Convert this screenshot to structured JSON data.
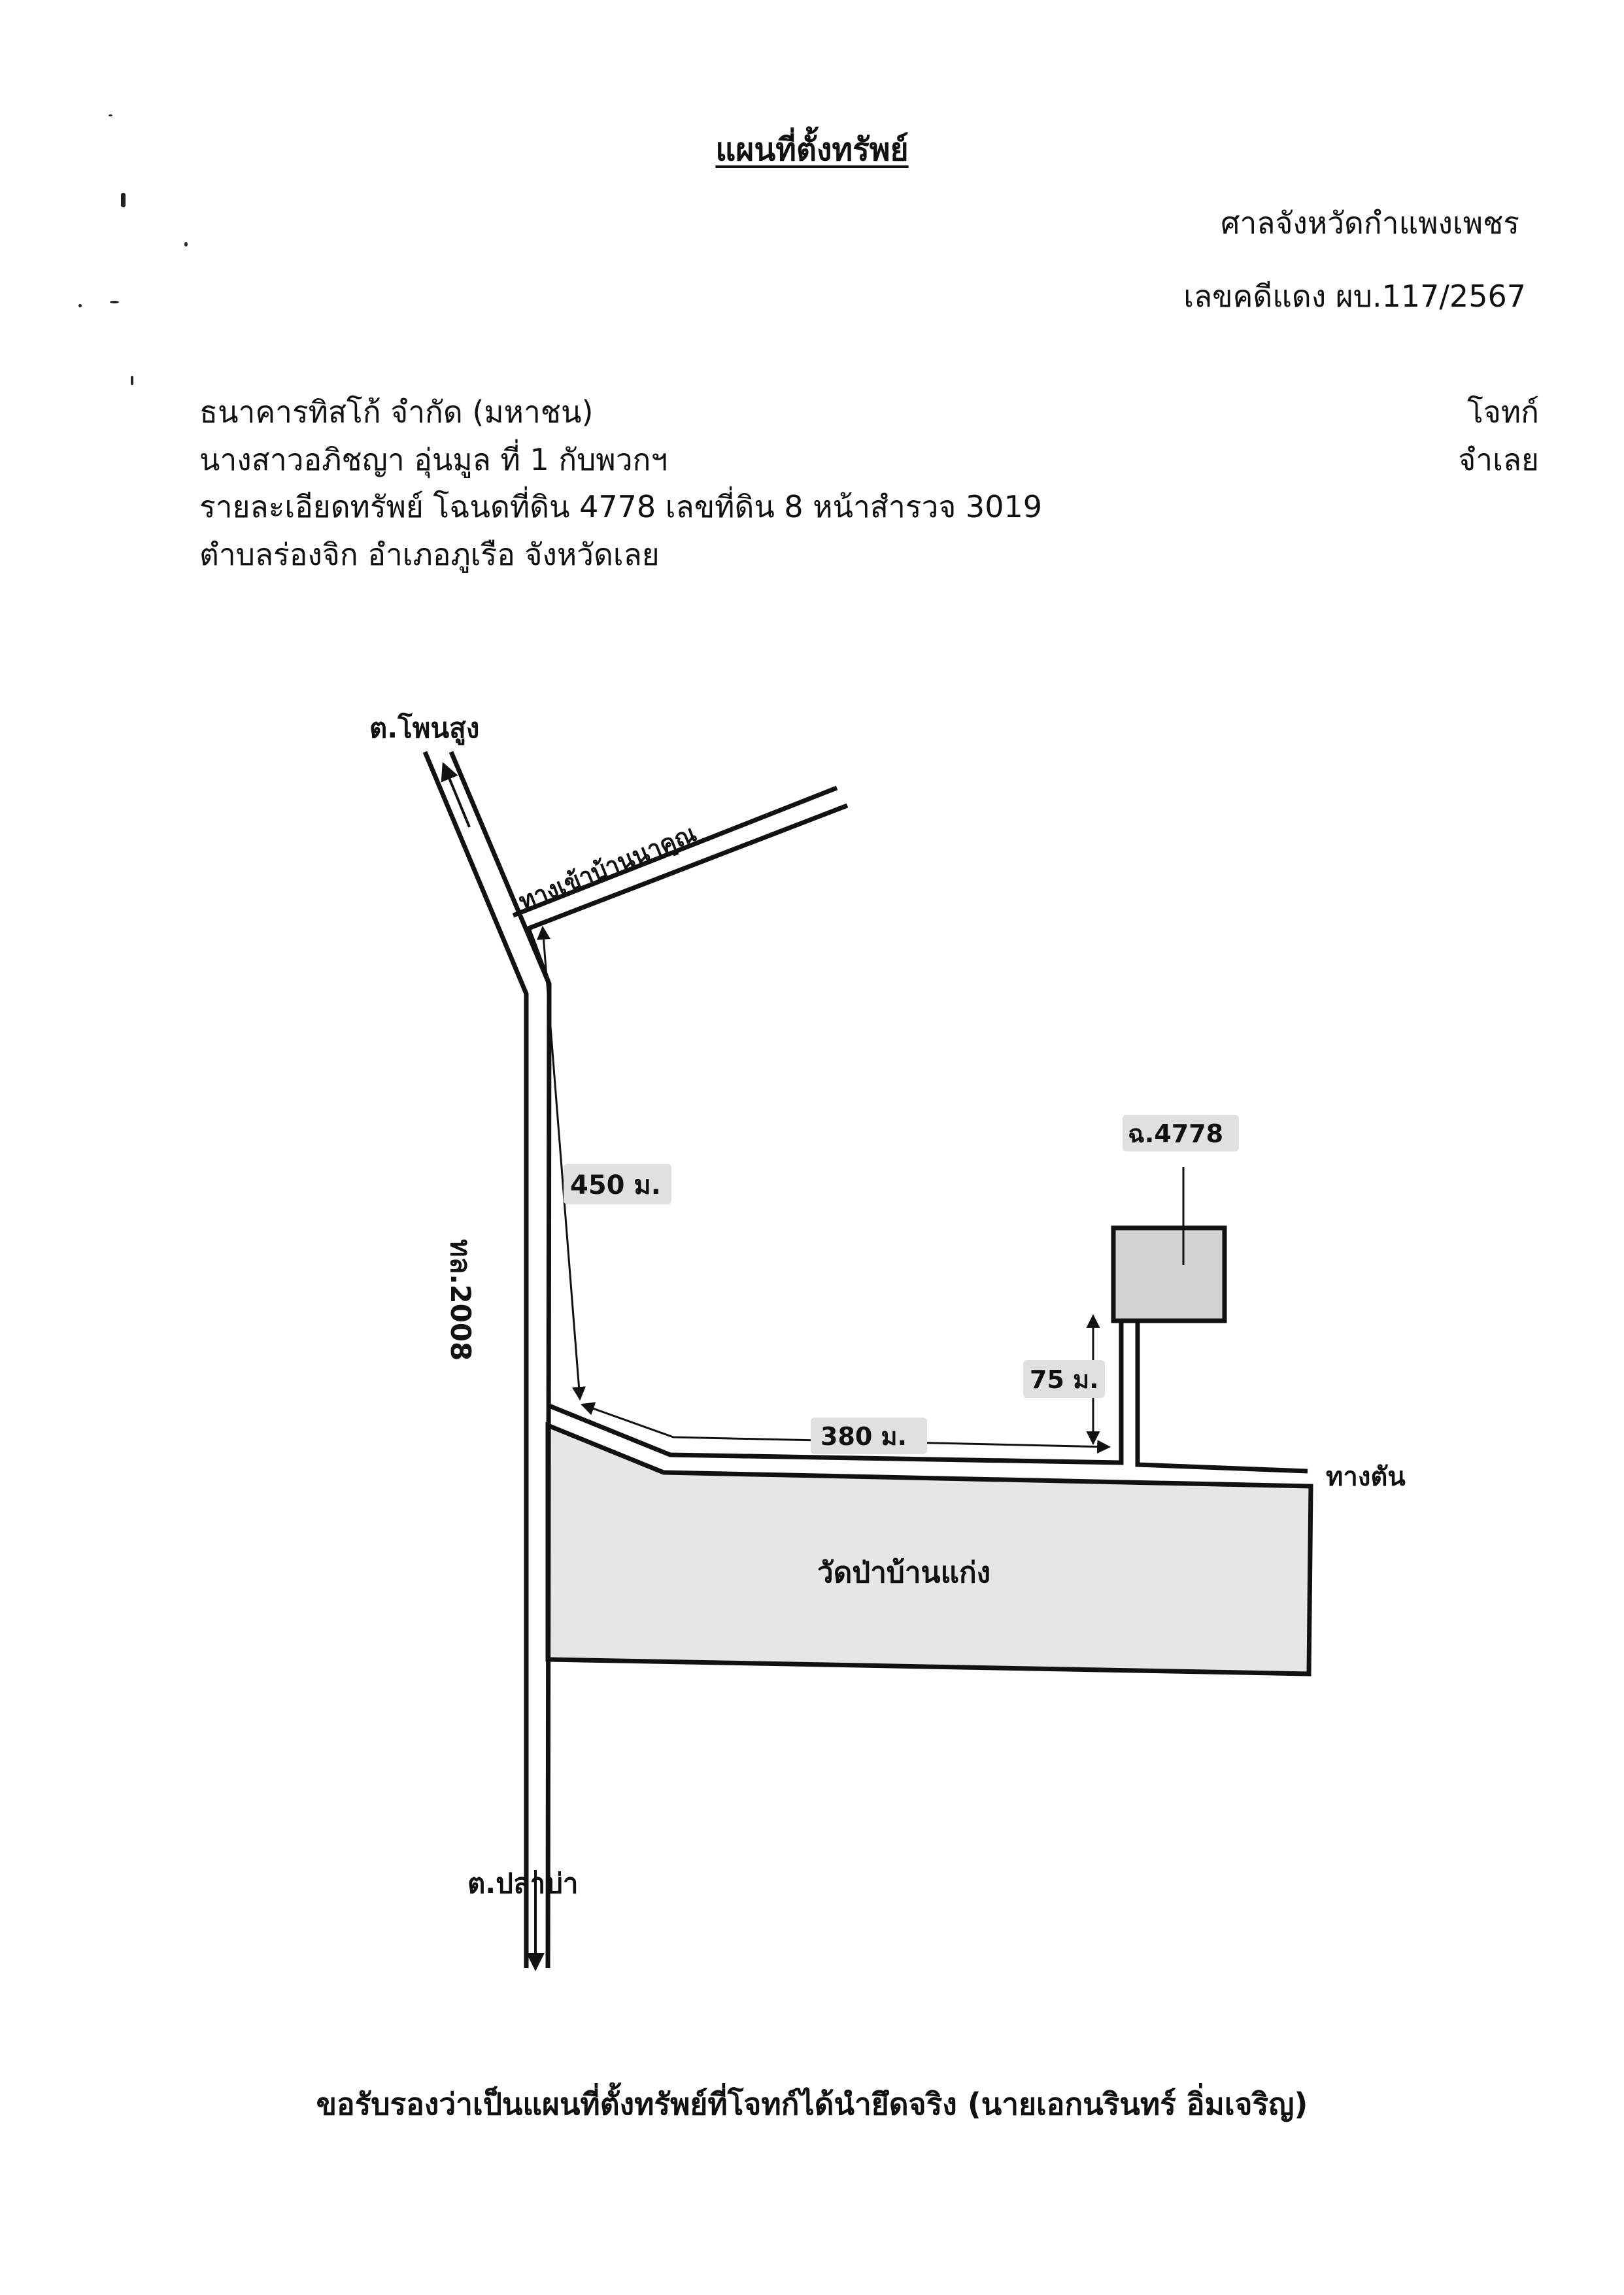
{
  "header": {
    "title": "แผนที่ตั้งทรัพย์",
    "court": "ศาลจังหวัดกำแพงเพชร",
    "case_number": "เลขคดีแดง ผบ.117/2567"
  },
  "parties": {
    "plaintiff_name": "ธนาคารทิสโก้ จำกัด (มหาชน)",
    "plaintiff_role": "โจทก์",
    "defendant_name": "นางสาวอภิชญา อุ่นมูล ที่ 1 กับพวกฯ",
    "defendant_role": "จำเลย"
  },
  "property": {
    "details": "รายละเอียดทรัพย์ โฉนดที่ดิน 4778 เลขที่ดิน 8 หน้าสำรวจ 3019",
    "location": "ตำบลร่องจิก อำเภอภูเรือ จังหวัดเลย"
  },
  "map": {
    "north_destination": "ต.โพนสูง",
    "side_road": "ทางเข้าบ้านนาคูณ",
    "main_road": "ทล.2008",
    "dist_main": "450 ม.",
    "dist_lane": "380 ม.",
    "dist_spur": "75 ม.",
    "parcel": "ฉ.4778",
    "dead_end": "ทางตัน",
    "temple": "วัดป่าบ้านแก่ง",
    "south_destination": "ต.ปลาบ่า",
    "colors": {
      "ink": "#111111",
      "fill": "#e6e6e6",
      "parcel_fill": "#d4d4d4"
    }
  },
  "footer": {
    "certification": "ขอรับรองว่าเป็นแผนที่ตั้งทรัพย์ที่โจทก์ได้นำยึดจริง (นายเอกนรินทร์ อิ่มเจริญ)"
  }
}
